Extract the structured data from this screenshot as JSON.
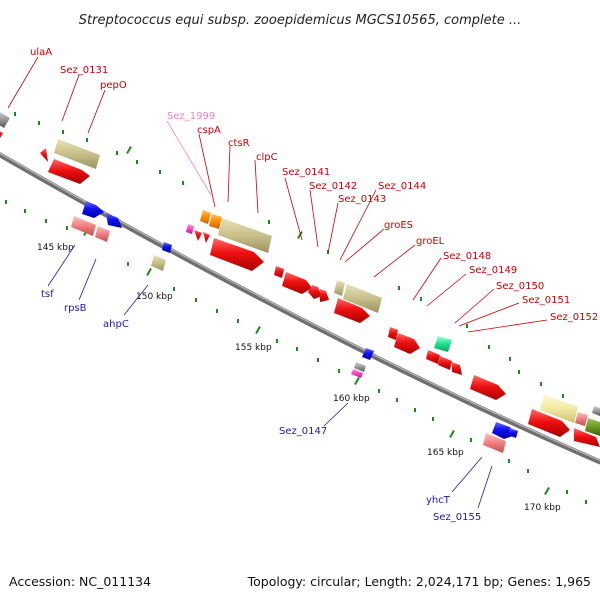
{
  "title": "Streptococcus equi subsp. zooepidemicus MGCS10565, complete ...",
  "footer": {
    "accession": "Accession: NC_011134",
    "topology": "Topology: circular; Length: 2,024,171 bp; Genes: 1,965"
  },
  "scale_labels": [
    "145 kbp",
    "150 kbp",
    "155 kbp",
    "160 kbp",
    "165 kbp",
    "170 kbp"
  ],
  "gene_labels": [
    "ulaA",
    "Sez_0131",
    "pepO",
    "Sez_1999",
    "cspA",
    "ctsR",
    "clpC",
    "Sez_0141",
    "Sez_0142",
    "Sez_0143",
    "Sez_0144",
    "groES",
    "groEL",
    "Sez_0148",
    "Sez_0149",
    "Sez_0150",
    "Sez_0151",
    "Sez_0152",
    "tsf",
    "rpsB",
    "ahpC",
    "Sez_0147",
    "yhcT",
    "Sez_0155"
  ],
  "colors": {
    "forward_gene": "#e01010",
    "reverse_gene": "#1010e0",
    "cds_feature": "#c8c088",
    "rna_feature": "#f08080",
    "backbone": "#7a7a7a",
    "tick": "#1a8a1a"
  }
}
